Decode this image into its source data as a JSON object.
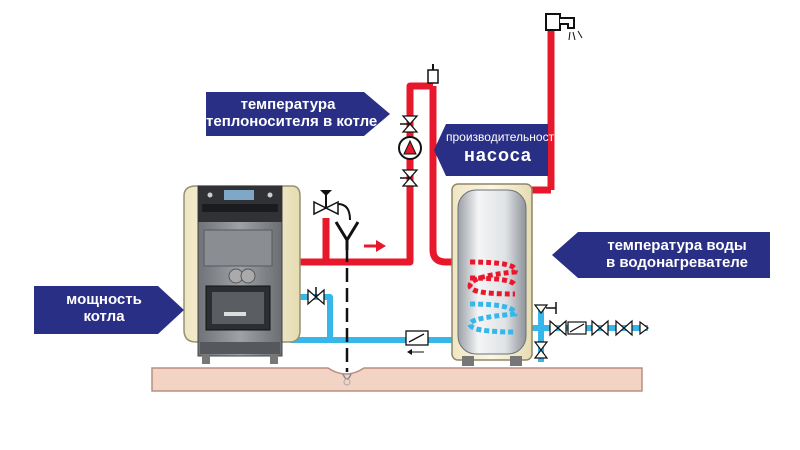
{
  "labels": {
    "coolant_temp": {
      "line1": "температура",
      "line2": "теплоносителя в котле"
    },
    "pump_capacity": {
      "line1": "производительность",
      "line2": "насоса"
    },
    "water_temp": {
      "line1": "температура воды",
      "line2": "в водонагревателе"
    },
    "boiler_power": {
      "line1": "мощность",
      "line2": "котла"
    }
  },
  "colors": {
    "hot_pipe": "#e8182c",
    "cold_pipe": "#37b6ea",
    "label_bg": "#2a2f86",
    "floor": "#f3d3c3"
  },
  "icons": [
    "boiler",
    "water-heater-tank",
    "circulation-pump",
    "ball-valve",
    "check-valve",
    "safety-valve",
    "water-tap",
    "air-vent",
    "drain-funnel",
    "flow-arrow"
  ]
}
